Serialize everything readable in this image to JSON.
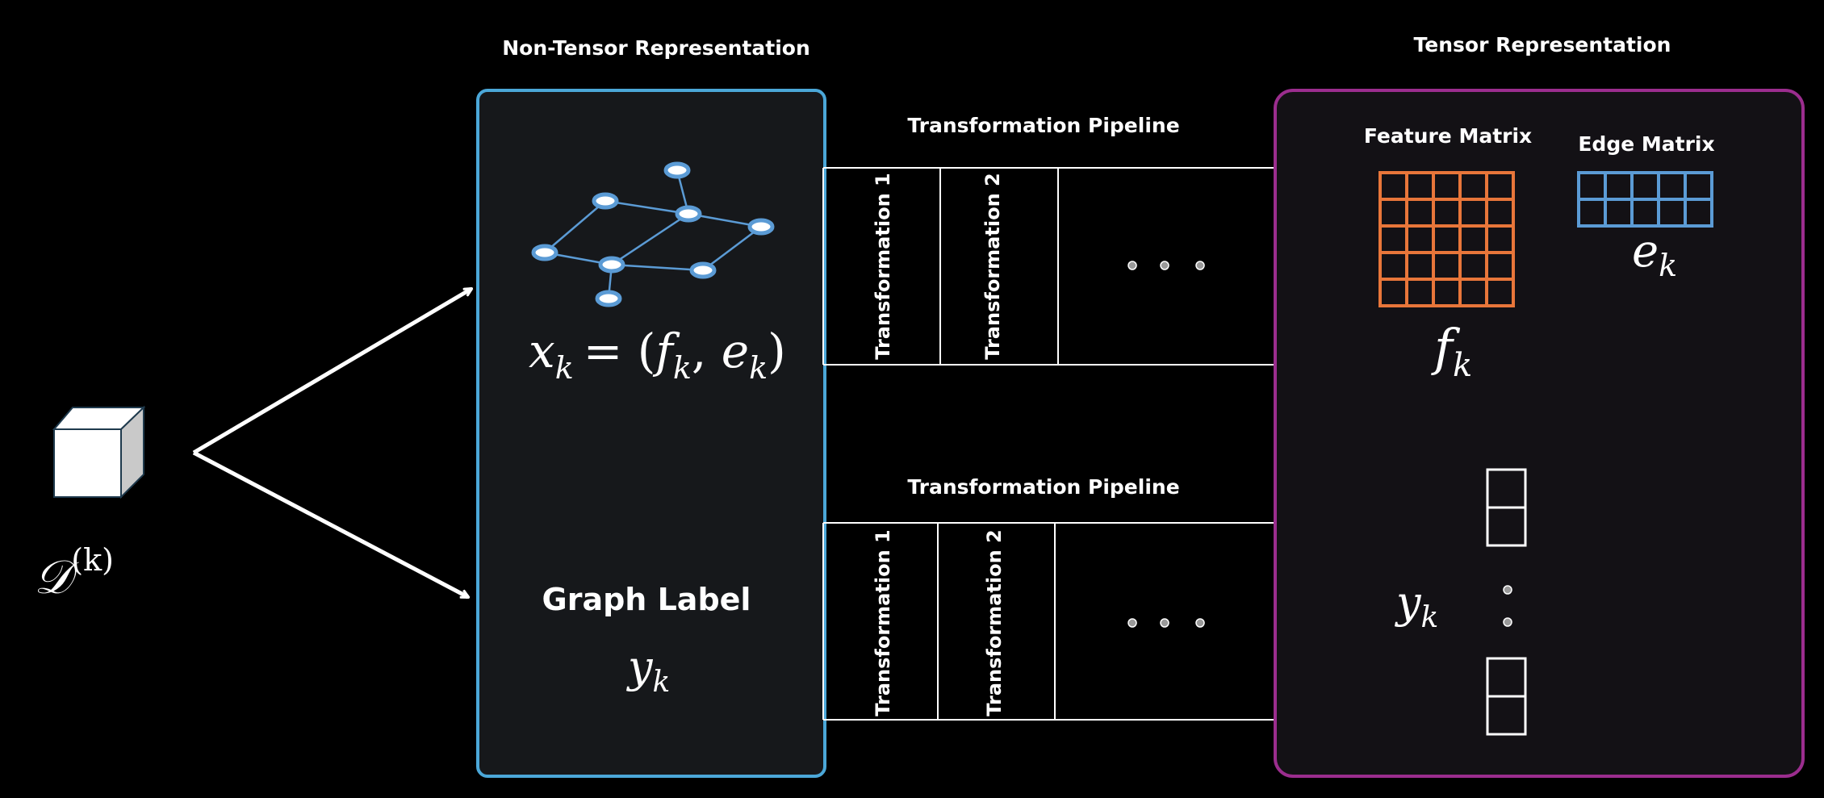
{
  "dataset": {
    "symbol": "𝒟",
    "superscript": "(k)"
  },
  "non_tensor": {
    "title": "Non-Tensor Representation",
    "formula": {
      "x": "x",
      "x_sub": "k",
      "eq": "= (",
      "f": "f",
      "f_sub": "k",
      "comma": ", ",
      "e": "e",
      "e_sub": "k",
      "close": ")"
    },
    "graph_label_title": "Graph Label",
    "label": {
      "y": "y",
      "y_sub": "k"
    }
  },
  "pipelines": [
    {
      "title": "Transformation Pipeline",
      "steps": [
        "Transformation 1",
        "Transformation 2"
      ],
      "ellipsis": "• • •"
    },
    {
      "title": "Transformation Pipeline",
      "steps": [
        "Transformation 1",
        "Transformation 2"
      ],
      "ellipsis": "• • •"
    }
  ],
  "tensor": {
    "title": "Tensor Representation",
    "feature_matrix": {
      "title": "Feature Matrix",
      "symbol": "f",
      "symbol_sub": "k",
      "rows": 5,
      "cols": 5,
      "color": "#E8763A"
    },
    "edge_matrix": {
      "title": "Edge Matrix",
      "symbol": "e",
      "symbol_sub": "k",
      "rows": 2,
      "cols": 5,
      "color": "#5B9BD5"
    },
    "label_vector": {
      "symbol": "y",
      "symbol_sub": "k"
    }
  },
  "colors": {
    "background": "#000000",
    "non_tensor_border": "#4BA7D8",
    "non_tensor_fill": "#16181B",
    "tensor_border": "#9B2D8E",
    "tensor_fill": "#131115",
    "graph_node": "#5B9BD5",
    "graph_edge": "#5B9BD5",
    "dots": "#9A9A9A"
  }
}
